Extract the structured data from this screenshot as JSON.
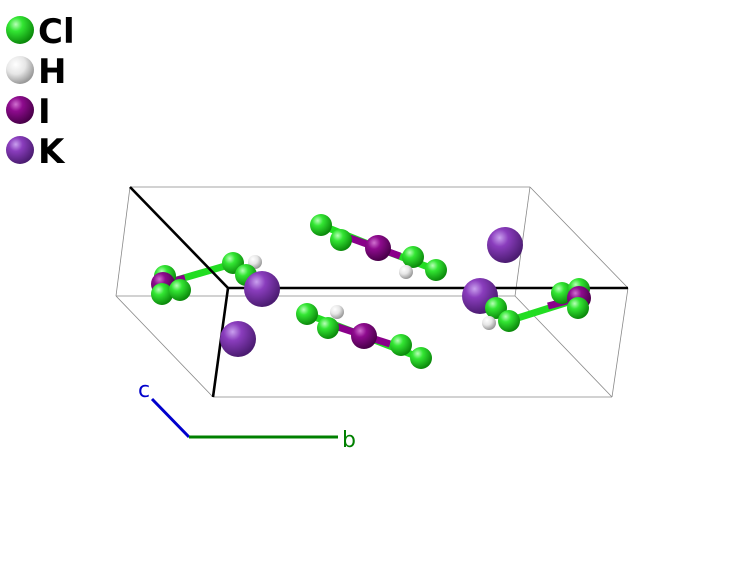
{
  "legend": [
    {
      "symbol": "Cl",
      "color": "#22dd22"
    },
    {
      "symbol": "H",
      "color": "#e8e8e8"
    },
    {
      "symbol": "I",
      "color": "#8a008a"
    },
    {
      "symbol": "K",
      "color": "#8a3dbd"
    }
  ],
  "axes": {
    "c": {
      "label": "c",
      "color": "#0000cc"
    },
    "b": {
      "label": "b",
      "color": "#008000"
    }
  },
  "colors": {
    "cell_edge": "#888888",
    "axis_line": "#000000",
    "bond_cl": "#22dd22",
    "bond_i": "#8a008a"
  }
}
